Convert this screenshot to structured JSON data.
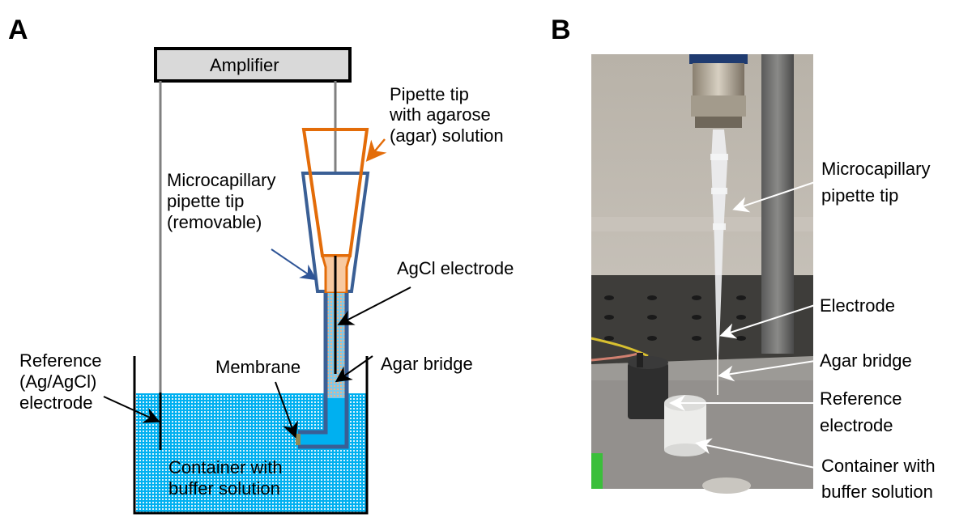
{
  "figure": {
    "panel_a": {
      "letter": "A",
      "amplifier_label": "Amplifier",
      "labels": {
        "pipette_tip_agarose": [
          "Pipette tip",
          "with agarose",
          "(agar) solution"
        ],
        "microcapillary_removable": [
          "Microcapillary",
          "pipette tip",
          "(removable)"
        ],
        "agcl_electrode": "AgCl electrode",
        "agar_bridge": "Agar bridge",
        "membrane": "Membrane",
        "reference_electrode": [
          "Reference",
          "(Ag/AgCl)",
          "electrode"
        ],
        "container": [
          "Container with",
          "buffer solution"
        ]
      },
      "colors": {
        "amplifier_fill": "#d9d9d9",
        "wire": "#808080",
        "agar_tip": "#e36c09",
        "agar_fill": "#f8c9a0",
        "capillary": "#3a5f95",
        "buffer": "#00b0f0",
        "buffer_dots": "#ffffff",
        "membrane": "#8f8a55"
      }
    },
    "panel_b": {
      "letter": "B",
      "labels": {
        "microcapillary": [
          "Microcapillary",
          "pipette tip"
        ],
        "electrode": "Electrode",
        "agar_bridge": "Agar bridge",
        "reference_electrode": [
          "Reference",
          "electrode"
        ],
        "container": [
          "Container with",
          "buffer solution"
        ]
      }
    }
  }
}
